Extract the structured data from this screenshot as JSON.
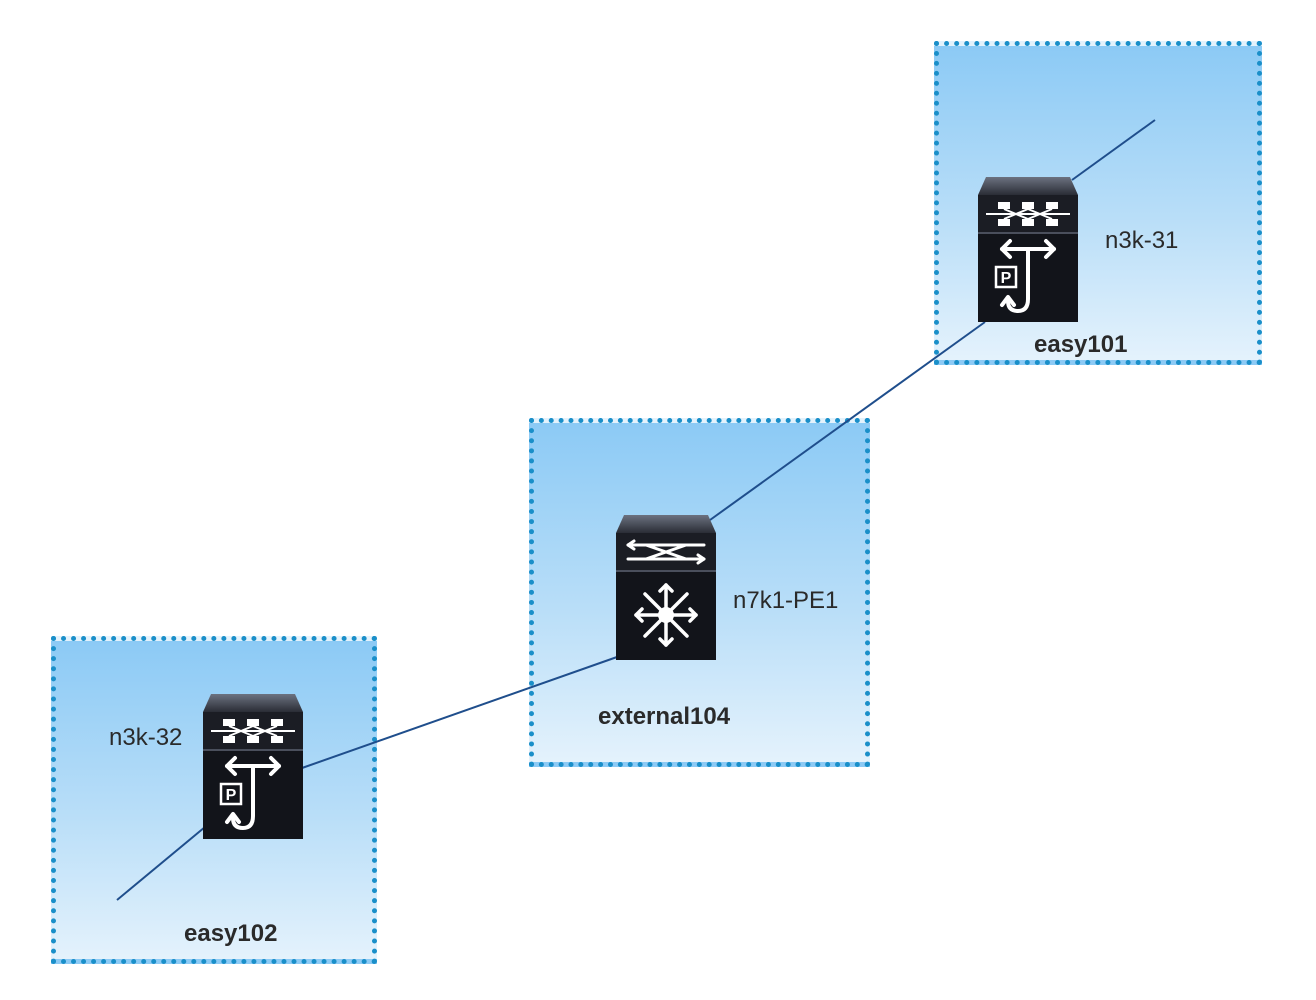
{
  "groups": [
    {
      "id": "easy101",
      "label": "easy101"
    },
    {
      "id": "external104",
      "label": "external104"
    },
    {
      "id": "easy102",
      "label": "easy102"
    }
  ],
  "devices": [
    {
      "id": "n3k-31",
      "label": "n3k-31",
      "icon": "nexus-3000-switch-icon"
    },
    {
      "id": "n7k1-PE1",
      "label": "n7k1-PE1",
      "icon": "nexus-7000-switch-icon"
    },
    {
      "id": "n3k-32",
      "label": "n3k-32",
      "icon": "nexus-3000-switch-icon"
    }
  ],
  "links": [
    {
      "from": "n7k1-PE1",
      "to": "n3k-31"
    },
    {
      "from": "n3k-32",
      "to": "n7k1-PE1"
    },
    {
      "from": "n3k-31",
      "to": "off-canvas"
    },
    {
      "from": "n3k-32",
      "to": "off-canvas"
    }
  ],
  "colors": {
    "group_border": "#1a8fc9",
    "link": "#1f4e8c",
    "device_body": "#12141a"
  }
}
